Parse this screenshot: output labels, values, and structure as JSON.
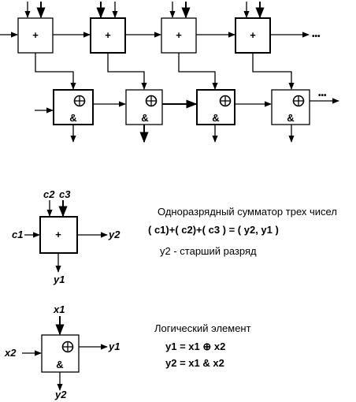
{
  "chain": {
    "adder_symbol": "+",
    "logic_symbol": "&",
    "ellipsis": "•••"
  },
  "legend_adder": {
    "title": "Одноразрядный сумматор трех чисел",
    "formula": "( c1)+( c2)+( c3 ) = ( y2, y1 )",
    "note": "y2 - старший разряд",
    "symbol": "+",
    "inputs": {
      "c1": "c1",
      "c2": "c2",
      "c3": "c3"
    },
    "outputs": {
      "y1": "y1",
      "y2": "y2"
    }
  },
  "legend_logic": {
    "title": "Логический элемент",
    "eq1": "y1 = x1 ⊕ x2",
    "eq2": "y2 = x1 & x2",
    "symbol": "&",
    "inputs": {
      "x1": "x1",
      "x2": "x2"
    },
    "outputs": {
      "y1": "y1",
      "y2": "y2"
    }
  }
}
